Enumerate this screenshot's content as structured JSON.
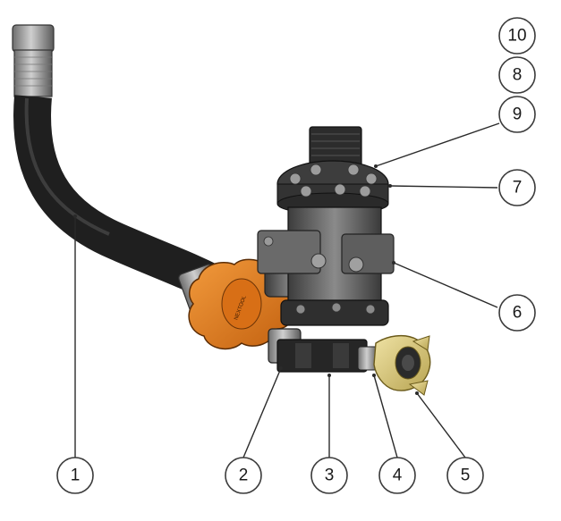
{
  "callouts": [
    {
      "id": "1",
      "label": "1"
    },
    {
      "id": "2",
      "label": "2"
    },
    {
      "id": "3",
      "label": "3"
    },
    {
      "id": "4",
      "label": "4"
    },
    {
      "id": "5",
      "label": "5"
    },
    {
      "id": "6",
      "label": "6"
    },
    {
      "id": "7",
      "label": "7"
    },
    {
      "id": "8",
      "label": "8"
    },
    {
      "id": "9",
      "label": "9"
    },
    {
      "id": "10",
      "label": "10"
    }
  ],
  "colors": {
    "hose": "#2b2b2b",
    "fitting_steel": "#9a9a9a",
    "valve_body": "#5c5c5c",
    "handwheel": "#e07a1f",
    "coupling_brass": "#d9c77a",
    "outline": "#1e1e1e"
  },
  "icons": [
    "hose-assembly",
    "handwheel-valve",
    "valve-manifold",
    "quick-coupling"
  ]
}
